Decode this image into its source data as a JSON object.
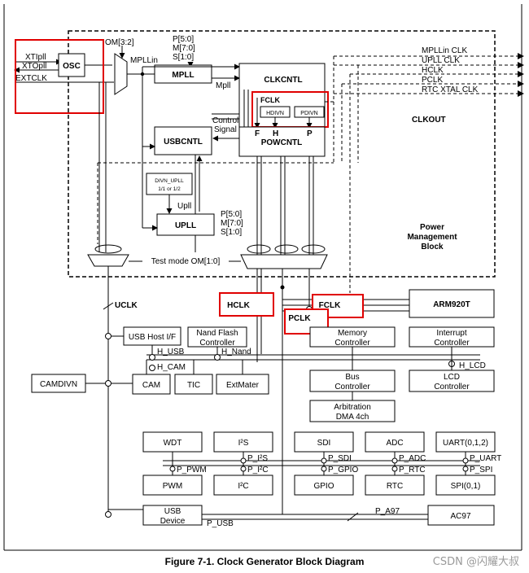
{
  "figure": {
    "caption": "Figure 7-1. Clock Generator Block Diagram",
    "watermark": "CSDN @闪耀大叔",
    "highlight_color": "#e00000"
  },
  "inputs": {
    "xtipll": "XTIpll",
    "xtopll": "XTOpll",
    "extclk": "EXTCLK",
    "om32": "OM[3:2]",
    "mpllin": "MPLLin",
    "pms_top": [
      "P[5:0]",
      "M[7:0]",
      "S[1:0]"
    ],
    "pms_bottom": [
      "P[5:0]",
      "M[7:0]",
      "S[1:0]"
    ]
  },
  "blocks": {
    "osc": "OSC",
    "mpll": "MPLL",
    "mpll_out": "Mpll",
    "clkcntl": "CLKCNTL",
    "fclk_group": "FCLK",
    "hdivn": "HDIVN",
    "pdivn": "PDIVN",
    "fhp": [
      "F",
      "H",
      "P"
    ],
    "control_signal": [
      "Control",
      "Signal"
    ],
    "powcntl": "POWCNTL",
    "usbcntl": "USBCNTL",
    "divn_upll": [
      "DIVN_UPLL",
      "1/1 or 1/2"
    ],
    "upll_out": "Upll",
    "upll": "UPLL",
    "clkout": "CLKOUT",
    "power_mgmt": [
      "Power",
      "Management",
      "Block"
    ],
    "test_mode": "Test mode OM[1:0]"
  },
  "clock_outputs": [
    "MPLLin CLK",
    "UPLL CLK",
    "HCLK",
    "PCLK",
    "RTC XTAL CLK"
  ],
  "buses": {
    "uclk": "UCLK",
    "hclk": "HCLK",
    "fclk": "FCLK",
    "pclk": "PCLK",
    "arm": "ARM920T"
  },
  "peripherals": {
    "usb_host": "USB Host I/F",
    "nand": [
      "Nand Flash",
      "Controller"
    ],
    "memory": [
      "Memory",
      "Controller"
    ],
    "interrupt": [
      "Interrupt",
      "Controller"
    ],
    "camdivn": "CAMDIVN",
    "cam": "CAM",
    "tic": "TIC",
    "extmater": "ExtMater",
    "bus_ctrl": [
      "Bus",
      "Controller"
    ],
    "lcd": [
      "LCD",
      "Controller"
    ],
    "arbitration": [
      "Arbitration",
      "DMA 4ch"
    ],
    "wdt": "WDT",
    "i2s": "I²S",
    "sdi": "SDI",
    "adc": "ADC",
    "uart": "UART(0,1,2)",
    "pwm": "PWM",
    "i2c": "I²C",
    "gpio": "GPIO",
    "rtc": "RTC",
    "spi": "SPI(0,1)",
    "usb_device": [
      "USB",
      "Device"
    ],
    "ac97": "AC97"
  },
  "signals": {
    "h_usb": "H_USB",
    "h_nand": "H_Nand",
    "h_cam": "H_CAM",
    "h_lcd": "H_LCD",
    "p_pwm": "P_PWM",
    "p_i2s": "P_I²S",
    "p_i2c": "P_I²C",
    "p_sdi": "P_SDI",
    "p_gpio": "P_GPIO",
    "p_adc": "P_ADC",
    "p_rtc": "P_RTC",
    "p_uart": "P_UART",
    "p_spi": "P_SPI",
    "p_usb": "P_USB",
    "p_a97": "P_A97"
  }
}
